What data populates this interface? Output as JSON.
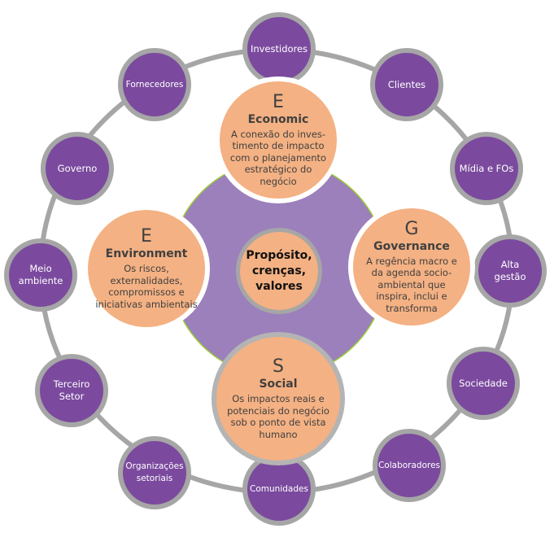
{
  "colors": {
    "stakeholder": "#7b4a9e",
    "ring": "#a6a6a6",
    "hub": "#9c80bc",
    "pillar": "#f4b183",
    "text": "#404040"
  },
  "center": {
    "label": "Propósito, crenças, valores"
  },
  "pillars": {
    "economic": {
      "letter": "E",
      "title": "Economic",
      "desc": "A conexão do inves-timento de impacto com o planejamento estratégico do negócio"
    },
    "environment": {
      "letter": "E",
      "title": "Environment",
      "desc": "Os riscos, externalidades, compromissos e iniciativas ambientais"
    },
    "governance": {
      "letter": "G",
      "title": "Governance",
      "desc": "A regência macro e da agenda socio-ambiental que inspira, inclui e transforma"
    },
    "social": {
      "letter": "S",
      "title": "Social",
      "desc": "Os impactos reais e potenciais do negócio sob o ponto de vista humano"
    }
  },
  "stakeholders": [
    "Investidores",
    "Clientes",
    "Mídia e FOs",
    "Alta gestão",
    "Sociedade",
    "Colaboradores",
    "Comunidades",
    "Organizações setoriais",
    "Terceiro Setor",
    "Meio ambiente",
    "Governo",
    "Fornecedores"
  ]
}
